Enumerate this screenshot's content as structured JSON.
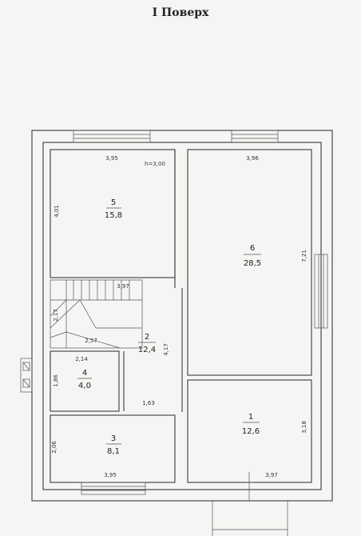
{
  "title": "I Поверх",
  "rooms": [
    {
      "number": "5",
      "area": "15,8"
    },
    {
      "number": "6",
      "area": "28,5"
    },
    {
      "number": "2",
      "area": "12,4"
    },
    {
      "number": "4",
      "area": "4,0"
    },
    {
      "number": "1",
      "area": "12,6"
    },
    {
      "number": "3",
      "area": "8,1"
    }
  ],
  "dimensions": {
    "r5_width": "3,95",
    "r5_height_note": "h=3,00",
    "r5_depth": "4,01",
    "r6_width": "3,96",
    "r6_depth": "7,21",
    "stair_width": "3,97",
    "stair_side": "2,17",
    "stair_bottom": "2,57",
    "r2_depth": "4,17",
    "r4_width": "2,14",
    "r4_depth": "1,86",
    "r2_bottom": "1,63",
    "r1_depth": "3,18",
    "r1_width": "3,97",
    "r3_width": "3,95",
    "r3_depth": "2,06"
  }
}
